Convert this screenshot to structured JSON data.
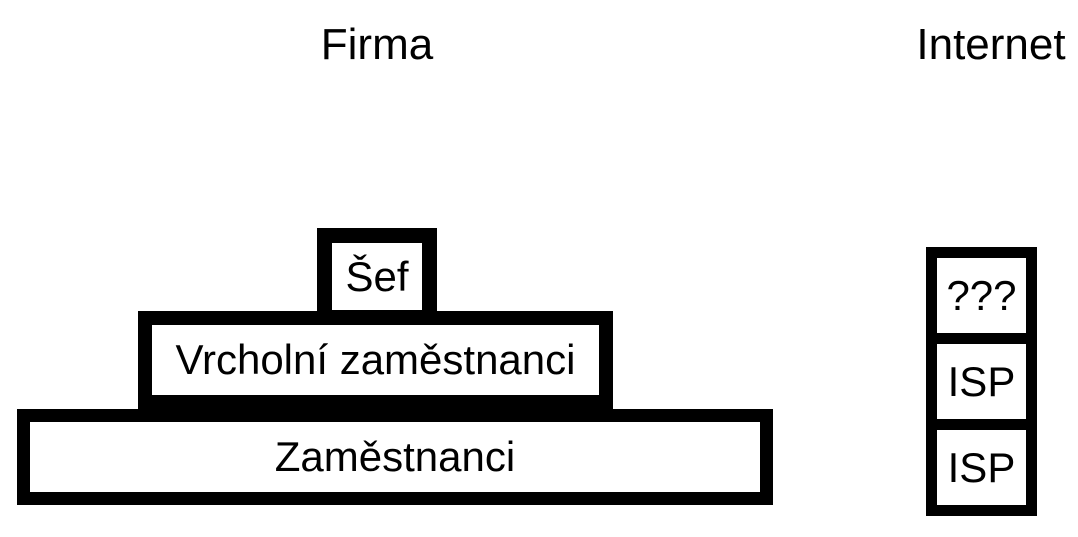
{
  "diagram": {
    "firma": {
      "title": "Firma",
      "levels": [
        {
          "id": "sef",
          "label": "Šef"
        },
        {
          "id": "vrcholni-zamestnanci",
          "label": "Vrcholní zaměstnanci"
        },
        {
          "id": "zamestnanci",
          "label": "Zaměstnanci"
        }
      ]
    },
    "internet": {
      "title": "Internet",
      "levels": [
        {
          "id": "unknown",
          "label": "???"
        },
        {
          "id": "isp-1",
          "label": "ISP"
        },
        {
          "id": "isp-2",
          "label": "ISP"
        }
      ]
    },
    "colors": {
      "border": "#000000",
      "background": "#ffffff",
      "text": "#000000"
    }
  }
}
